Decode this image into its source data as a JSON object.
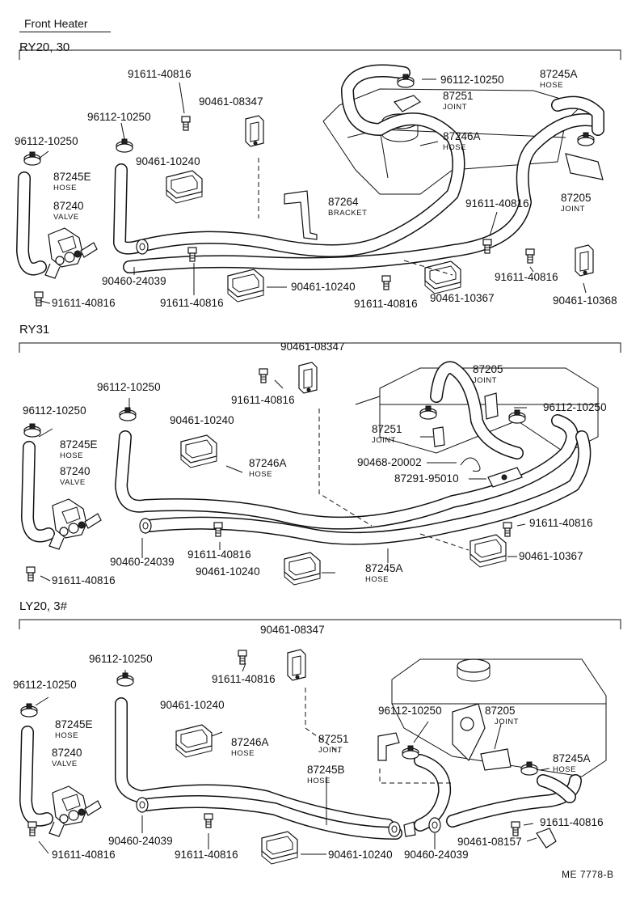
{
  "header": {
    "title": "Front Heater"
  },
  "footer": {
    "ref": "ME  7778-B"
  },
  "sections": [
    {
      "title": "RY20, 30",
      "labels": [
        {
          "text": "91611-40816"
        },
        {
          "text": "90461-08347"
        },
        {
          "text": "96112-10250"
        },
        {
          "text": "96112-10250"
        },
        {
          "text": "87245E"
        },
        {
          "text": "HOSE"
        },
        {
          "text": "87240"
        },
        {
          "text": "VALVE"
        },
        {
          "text": "90461-10240"
        },
        {
          "text": "87264"
        },
        {
          "text": "BRACKET"
        },
        {
          "text": "96112-10250"
        },
        {
          "text": "87251"
        },
        {
          "text": "JOINT"
        },
        {
          "text": "87246A"
        },
        {
          "text": "HOSE"
        },
        {
          "text": "87245A"
        },
        {
          "text": "HOSE"
        },
        {
          "text": "87205"
        },
        {
          "text": "JOINT"
        },
        {
          "text": "91611-40816"
        },
        {
          "text": "91611-40816"
        },
        {
          "text": "90460-24039"
        },
        {
          "text": "91611-40816"
        },
        {
          "text": "91611-40816"
        },
        {
          "text": "90461-10240"
        },
        {
          "text": "91611-40816"
        },
        {
          "text": "90461-10367"
        },
        {
          "text": "90461-10368"
        }
      ]
    },
    {
      "title": "RY31",
      "labels": [
        {
          "text": "90461-08347"
        },
        {
          "text": "91611-40816"
        },
        {
          "text": "96112-10250"
        },
        {
          "text": "96112-10250"
        },
        {
          "text": "90461-10240"
        },
        {
          "text": "87245E"
        },
        {
          "text": "HOSE"
        },
        {
          "text": "87240"
        },
        {
          "text": "VALVE"
        },
        {
          "text": "87246A"
        },
        {
          "text": "HOSE"
        },
        {
          "text": "87205"
        },
        {
          "text": "JOINT"
        },
        {
          "text": "96112-10250"
        },
        {
          "text": "87251"
        },
        {
          "text": "JOINT"
        },
        {
          "text": "90468-20002"
        },
        {
          "text": "87291-95010"
        },
        {
          "text": "91611-40816"
        },
        {
          "text": "90461-10367"
        },
        {
          "text": "90460-24039"
        },
        {
          "text": "91611-40816"
        },
        {
          "text": "90461-10240"
        },
        {
          "text": "87245A"
        },
        {
          "text": "HOSE"
        },
        {
          "text": "91611-40816"
        }
      ]
    },
    {
      "title": "LY20, 3#",
      "labels": [
        {
          "text": "90461-08347"
        },
        {
          "text": "96112-10250"
        },
        {
          "text": "91611-40816"
        },
        {
          "text": "96112-10250"
        },
        {
          "text": "90461-10240"
        },
        {
          "text": "87245E"
        },
        {
          "text": "HOSE"
        },
        {
          "text": "87240"
        },
        {
          "text": "VALVE"
        },
        {
          "text": "87246A"
        },
        {
          "text": "HOSE"
        },
        {
          "text": "96112-10250"
        },
        {
          "text": "87205"
        },
        {
          "text": "JOINT"
        },
        {
          "text": "87251"
        },
        {
          "text": "JOINT"
        },
        {
          "text": "87245B"
        },
        {
          "text": "HOSE"
        },
        {
          "text": "87245A"
        },
        {
          "text": "HOSE"
        },
        {
          "text": "91611-40816"
        },
        {
          "text": "90461-08157"
        },
        {
          "text": "90460-24039"
        },
        {
          "text": "91611-40816"
        },
        {
          "text": "90461-10240"
        },
        {
          "text": "90460-24039"
        },
        {
          "text": "91611-40816"
        }
      ]
    }
  ]
}
